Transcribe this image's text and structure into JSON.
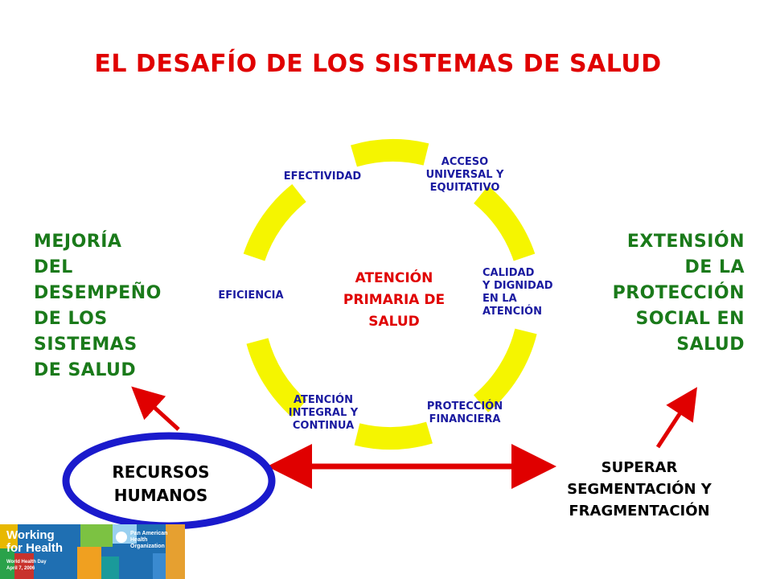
{
  "title": "EL DESAFÍO DE LOS SISTEMAS DE SALUD",
  "center": "ATENCIÓN\nPRIMARIA DE\nSALUD",
  "cycle": {
    "acceso": "ACCESO\nUNIVERSAL Y\nEQUITATIVO",
    "calidad": "CALIDAD\n Y DIGNIDAD\n EN LA\n ATENCIÓN",
    "proteccion": "PROTECCIÓN\nFINANCIERA",
    "integral": "ATENCIÓN\nINTEGRAL Y\nCONTINUA",
    "eficiencia": "EFICIENCIA",
    "efectividad": "EFECTIVIDAD"
  },
  "left_goal": "MEJORÍA\nDEL\nDESEMPEÑO\nDE LOS\nSISTEMAS\nDE SALUD",
  "right_goal": "EXTENSIÓN\nDE LA\nPROTECCIÓN\nSOCIAL EN\nSALUD",
  "recursos": "RECURSOS\nHUMANOS",
  "superar": "SUPERAR\nSEGMENTACIÓN Y\nFRAGMENTACIÓN",
  "logo": {
    "line1": "Working",
    "line2": "for Health",
    "small1": "World Health Day",
    "small2": "April 7, 2006",
    "org1": "Pan American",
    "org2": "Health",
    "org3": "Organization"
  },
  "colors": {
    "title": "#e00000",
    "ring": "#f5f500",
    "labels": "#1a1aa0",
    "goals": "#1a7a1a",
    "arrows": "#e00000",
    "ellipse": "#1a1acc"
  }
}
